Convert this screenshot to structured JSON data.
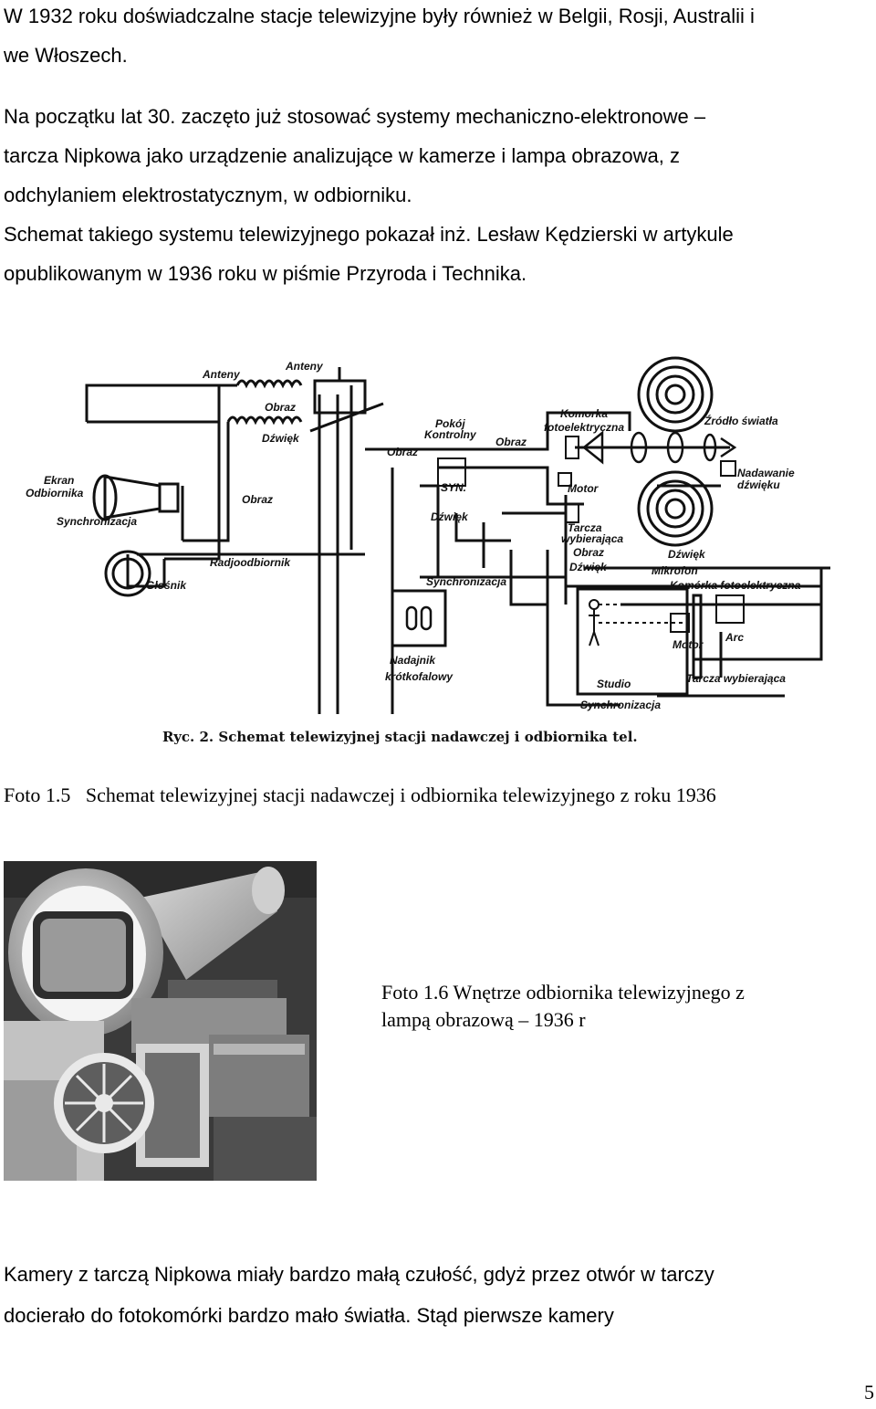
{
  "intro": {
    "line1": "W 1932 roku doświadczalne stacje telewizyjne były również w Belgii, Rosji, Australii i",
    "line2": "we Włoszech."
  },
  "para2": {
    "line1": "Na początku lat 30. zaczęto już stosować systemy mechaniczno-elektronowe –",
    "line2": "tarcza Nipkowa jako urządzenie analizujące w kamerze i lampa obrazowa, z",
    "line3": "odchylaniem elektrostatycznym, w odbiorniku.",
    "line4": "Schemat takiego systemu telewizyjnego pokazał inż. Lesław Kędzierski w artykule",
    "line5": "opublikowanym w 1936 roku w piśmie  Przyroda i Technika."
  },
  "diagram": {
    "labels": {
      "anteny_left": "Anteny",
      "anteny_right": "Anteny",
      "obraz_top": "Obraz",
      "dzwiek_top": "Dźwięk",
      "ekran": "Ekran",
      "odbiornika": "Odbiornika",
      "synchronizacja_left": "Synchronizacja",
      "obraz_left": "Obraz",
      "radioodbiornik": "Radjoodbiornik",
      "glosnik": "Głośnik",
      "pokoj_kontrolny": "Pokój",
      "kontrolny": "Kontrolny",
      "obraz_mid": "Obraz",
      "obraz_mid2": "Obraz",
      "syn": "SYN.",
      "dzwiek_mid": "Dźwięk",
      "komorka": "Komorka",
      "fotoelektryczna": "fotoelektryczna",
      "zrodlo_swiatla": "Źródło światła",
      "nadawanie": "Nadawanie",
      "dzwieku": "dźwięku",
      "motor_top": "Motor",
      "tarcza": "Tarcza",
      "wybierajaca": "wybierająca",
      "obraz_right": "Obraz",
      "dzwiek_right": "Dźwięk",
      "dzwiek_right2": "Dźwięk",
      "mikrofon": "Mikrofon",
      "synchronizacja_mid": "Synchronizacja",
      "komorka_fotoel": "Komórka fotoelektryczna",
      "motor_bottom": "Motor",
      "arc": "Arc",
      "nadajnik": "Nadajnik",
      "krotkofalowy": "krótkofalowy",
      "studio": "Studio",
      "tarcza_wyb": "Tarcza wybierająca",
      "synchronizacja_bottom": "Synchronizacja"
    },
    "figure_caption": "Ryc. 2. Schemat telewizyjnej stacji nadawczej i odbiornika tel."
  },
  "caption1": "Foto 1.5   Schemat telewizyjnej stacji nadawczej i odbiornika telewizyjnego z roku 1936",
  "caption2": {
    "line1": "Foto 1.6 Wnętrze odbiornika telewizyjnego z",
    "line2": "lampą obrazową – 1936 r"
  },
  "para3": {
    "line1": "Kamery z tarczą Nipkowa miały bardzo małą czułość, gdyż przez otwór w tarczy",
    "line2": "docierało do fotokomórki bardzo mało światła. Stąd pierwsze kamery"
  },
  "page_number": "5"
}
